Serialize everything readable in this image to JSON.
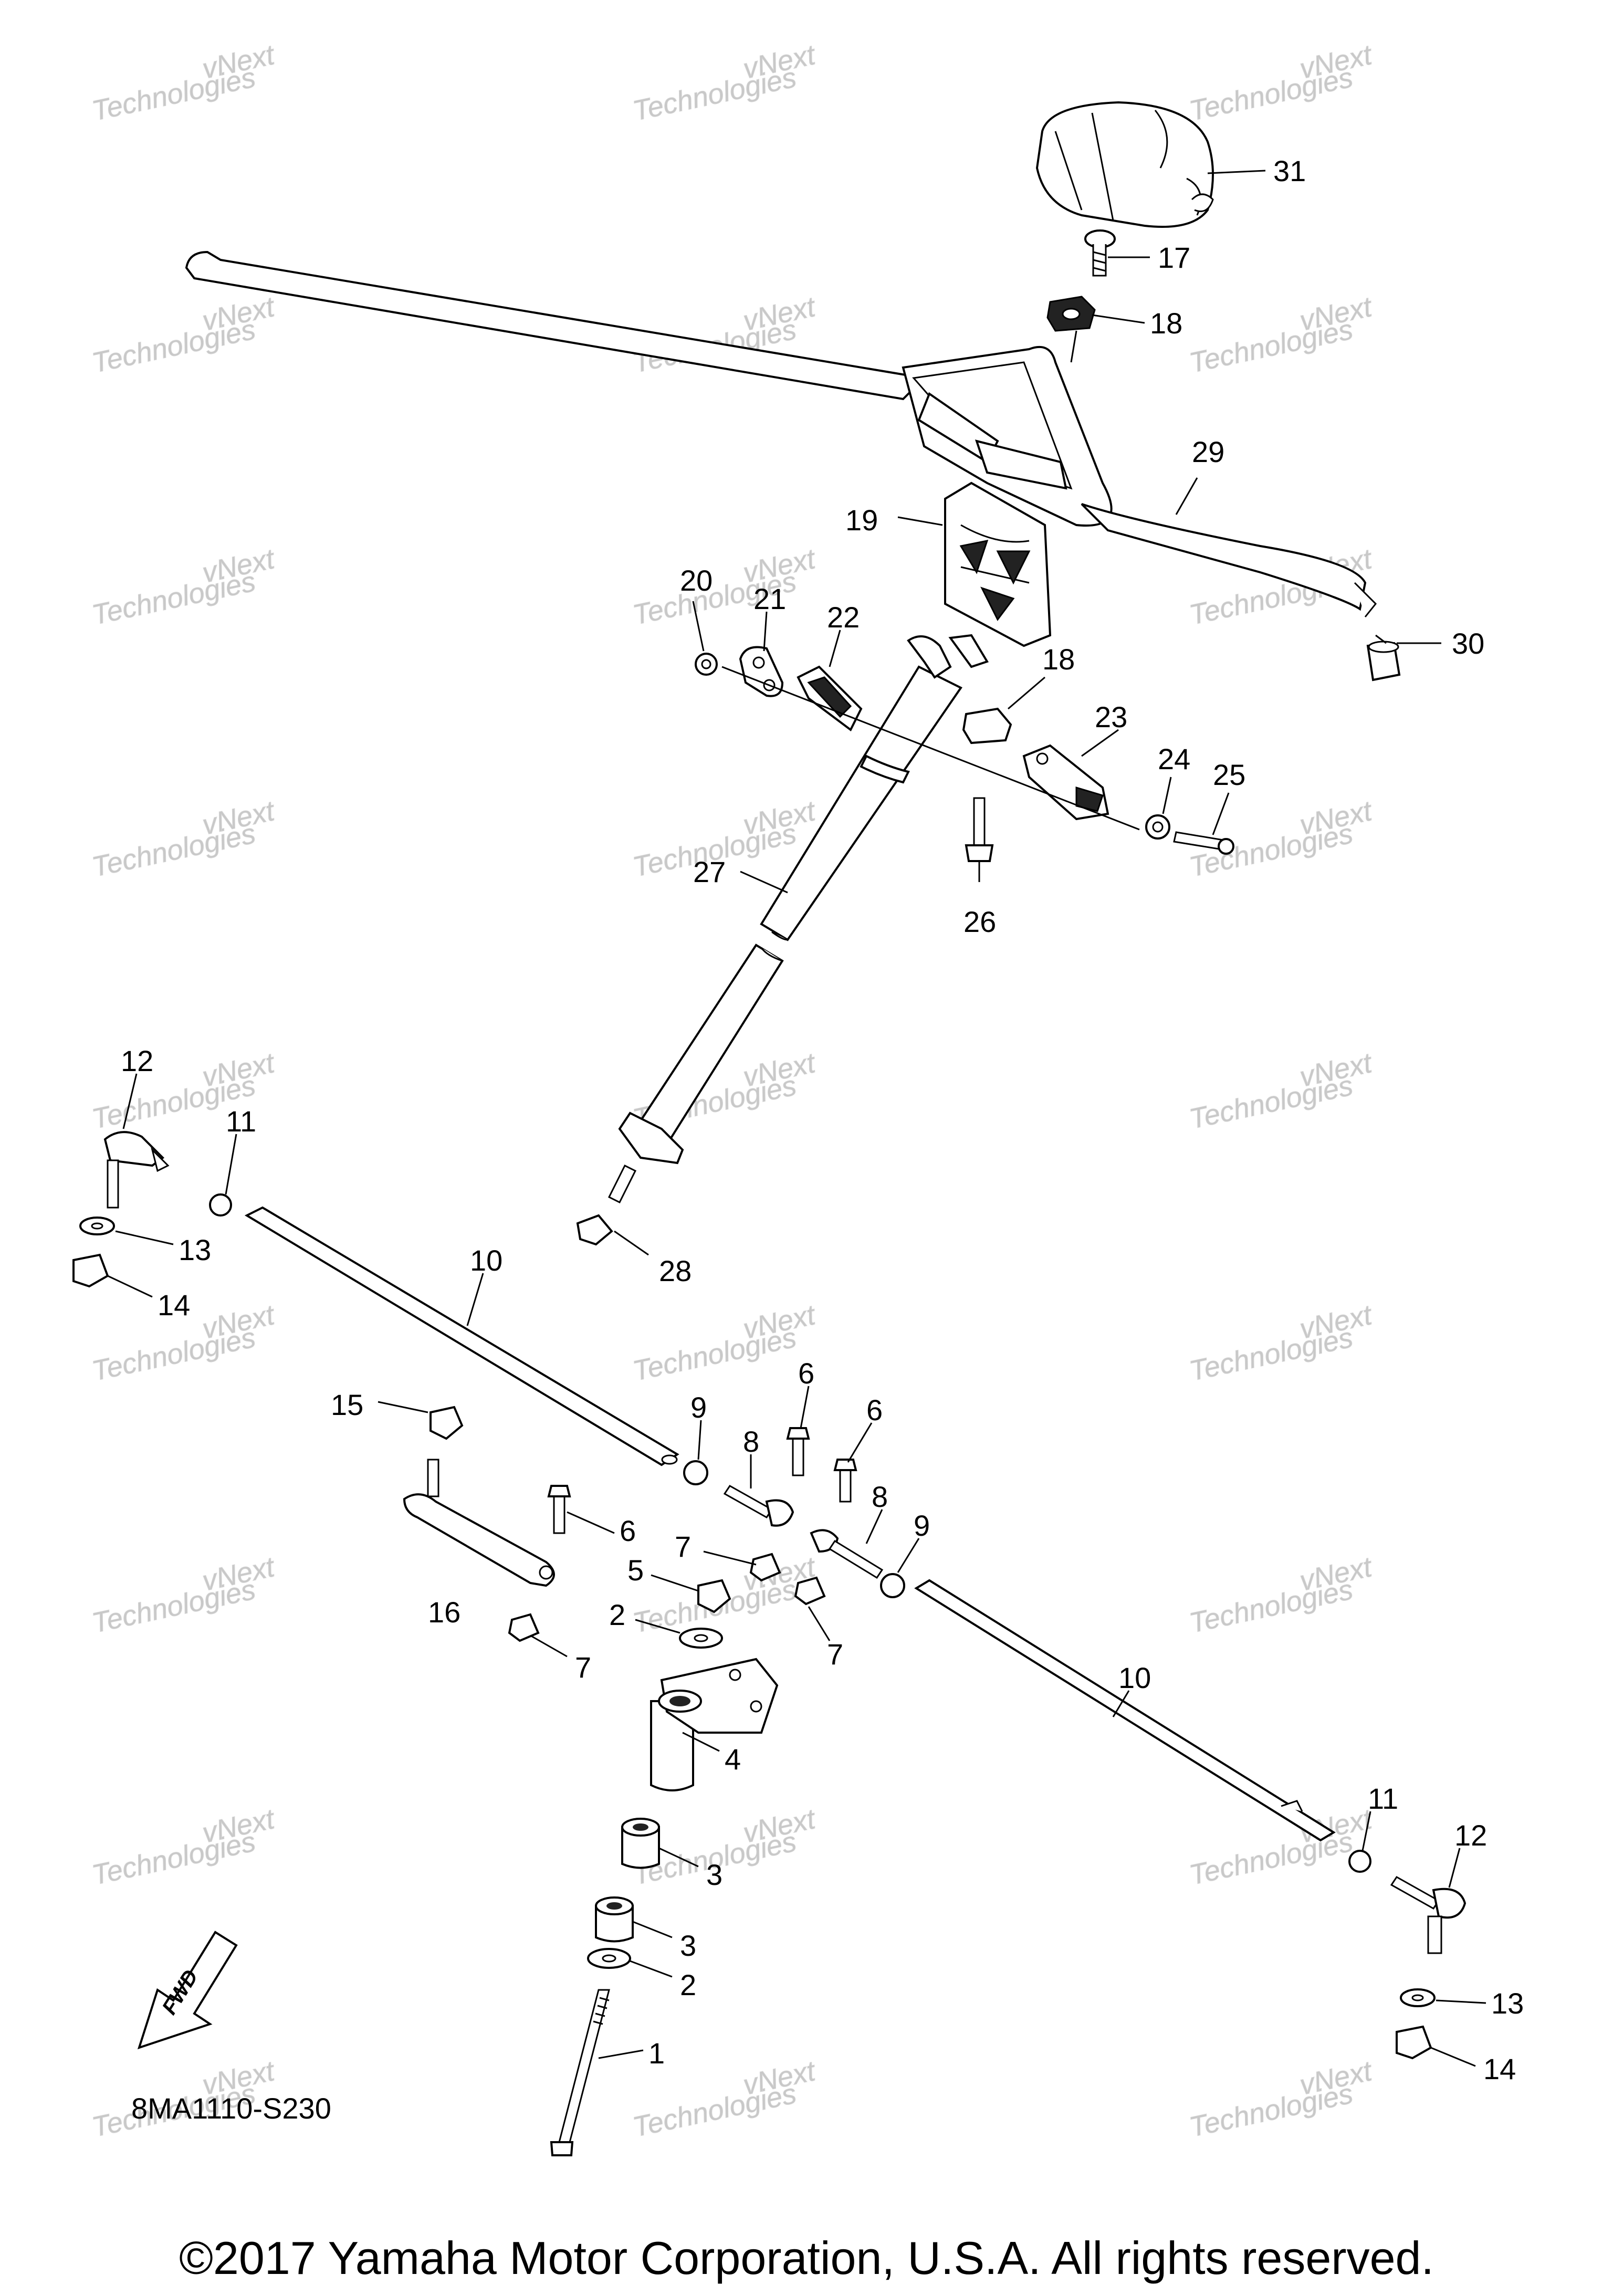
{
  "diagram": {
    "part_code": "8MA1110-S230",
    "fwd_label": "FWD",
    "watermark": [
      "vNext",
      "Technologies"
    ],
    "callouts": [
      {
        "id": "c1",
        "text": "1"
      },
      {
        "id": "c2a",
        "text": "2"
      },
      {
        "id": "c2b",
        "text": "2"
      },
      {
        "id": "c3a",
        "text": "3"
      },
      {
        "id": "c3b",
        "text": "3"
      },
      {
        "id": "c4",
        "text": "4"
      },
      {
        "id": "c5",
        "text": "5"
      },
      {
        "id": "c6a",
        "text": "6"
      },
      {
        "id": "c6b",
        "text": "6"
      },
      {
        "id": "c6c",
        "text": "6"
      },
      {
        "id": "c7a",
        "text": "7"
      },
      {
        "id": "c7b",
        "text": "7"
      },
      {
        "id": "c7c",
        "text": "7"
      },
      {
        "id": "c8a",
        "text": "8"
      },
      {
        "id": "c8b",
        "text": "8"
      },
      {
        "id": "c9a",
        "text": "9"
      },
      {
        "id": "c9b",
        "text": "9"
      },
      {
        "id": "c10a",
        "text": "10"
      },
      {
        "id": "c10b",
        "text": "10"
      },
      {
        "id": "c11a",
        "text": "11"
      },
      {
        "id": "c11b",
        "text": "11"
      },
      {
        "id": "c12a",
        "text": "12"
      },
      {
        "id": "c12b",
        "text": "12"
      },
      {
        "id": "c13a",
        "text": "13"
      },
      {
        "id": "c13b",
        "text": "13"
      },
      {
        "id": "c14a",
        "text": "14"
      },
      {
        "id": "c14b",
        "text": "14"
      },
      {
        "id": "c15",
        "text": "15"
      },
      {
        "id": "c16",
        "text": "16"
      },
      {
        "id": "c17",
        "text": "17"
      },
      {
        "id": "c18a",
        "text": "18"
      },
      {
        "id": "c18b",
        "text": "18"
      },
      {
        "id": "c19",
        "text": "19"
      },
      {
        "id": "c20",
        "text": "20"
      },
      {
        "id": "c21",
        "text": "21"
      },
      {
        "id": "c22",
        "text": "22"
      },
      {
        "id": "c23",
        "text": "23"
      },
      {
        "id": "c24",
        "text": "24"
      },
      {
        "id": "c25",
        "text": "25"
      },
      {
        "id": "c26",
        "text": "26"
      },
      {
        "id": "c27",
        "text": "27"
      },
      {
        "id": "c28",
        "text": "28"
      },
      {
        "id": "c29",
        "text": "29"
      },
      {
        "id": "c30",
        "text": "30"
      },
      {
        "id": "c31",
        "text": "31"
      }
    ]
  },
  "footer": {
    "copyright": "©2017 Yamaha Motor Corporation, U.S.A. All rights reserved."
  }
}
